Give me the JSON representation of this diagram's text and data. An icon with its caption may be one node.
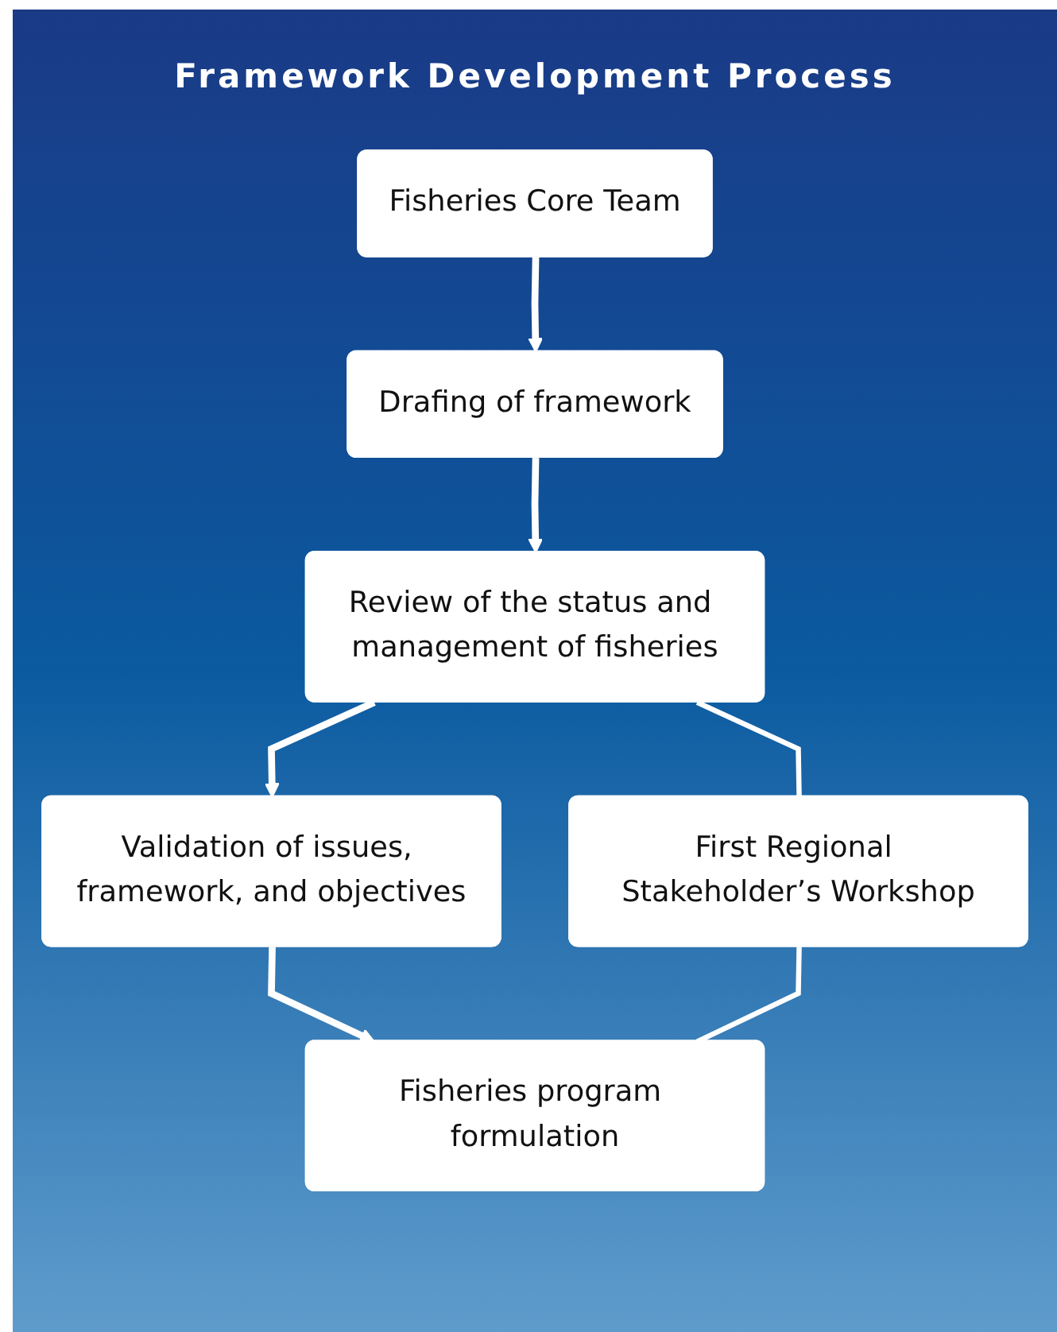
{
  "diagram": {
    "title": "Framework Development Process",
    "nodes": [
      {
        "text": [
          "Drafing of framework"
        ]
      },
      {
        "text": [
          "Fisheries Core Team"
        ]
      },
      {
        "text": [
          "Review of the status and management of fisheries"
        ]
      },
      {
        "text": [
          "Validation of issues, framework, and objectives"
        ]
      },
      {
        "text": [
          "Fisheries program formulation"
        ]
      },
      {
        "text": [
          "First Regional Stakeholder’s Workshop"
        ]
      }
    ],
    "edges": [
      {
        "from": 1,
        "to": 0,
        "arrow": "to"
      },
      {
        "from": 0,
        "to": 2,
        "arrow": "to"
      },
      {
        "from": 2,
        "to": 3,
        "arrow": "to"
      },
      {
        "from": 3,
        "to": 4,
        "arrow": "to"
      },
      {
        "from": 2,
        "to": 5,
        "arrow": "none"
      },
      {
        "from": 5,
        "to": 4,
        "arrow": "none"
      }
    ]
  }
}
